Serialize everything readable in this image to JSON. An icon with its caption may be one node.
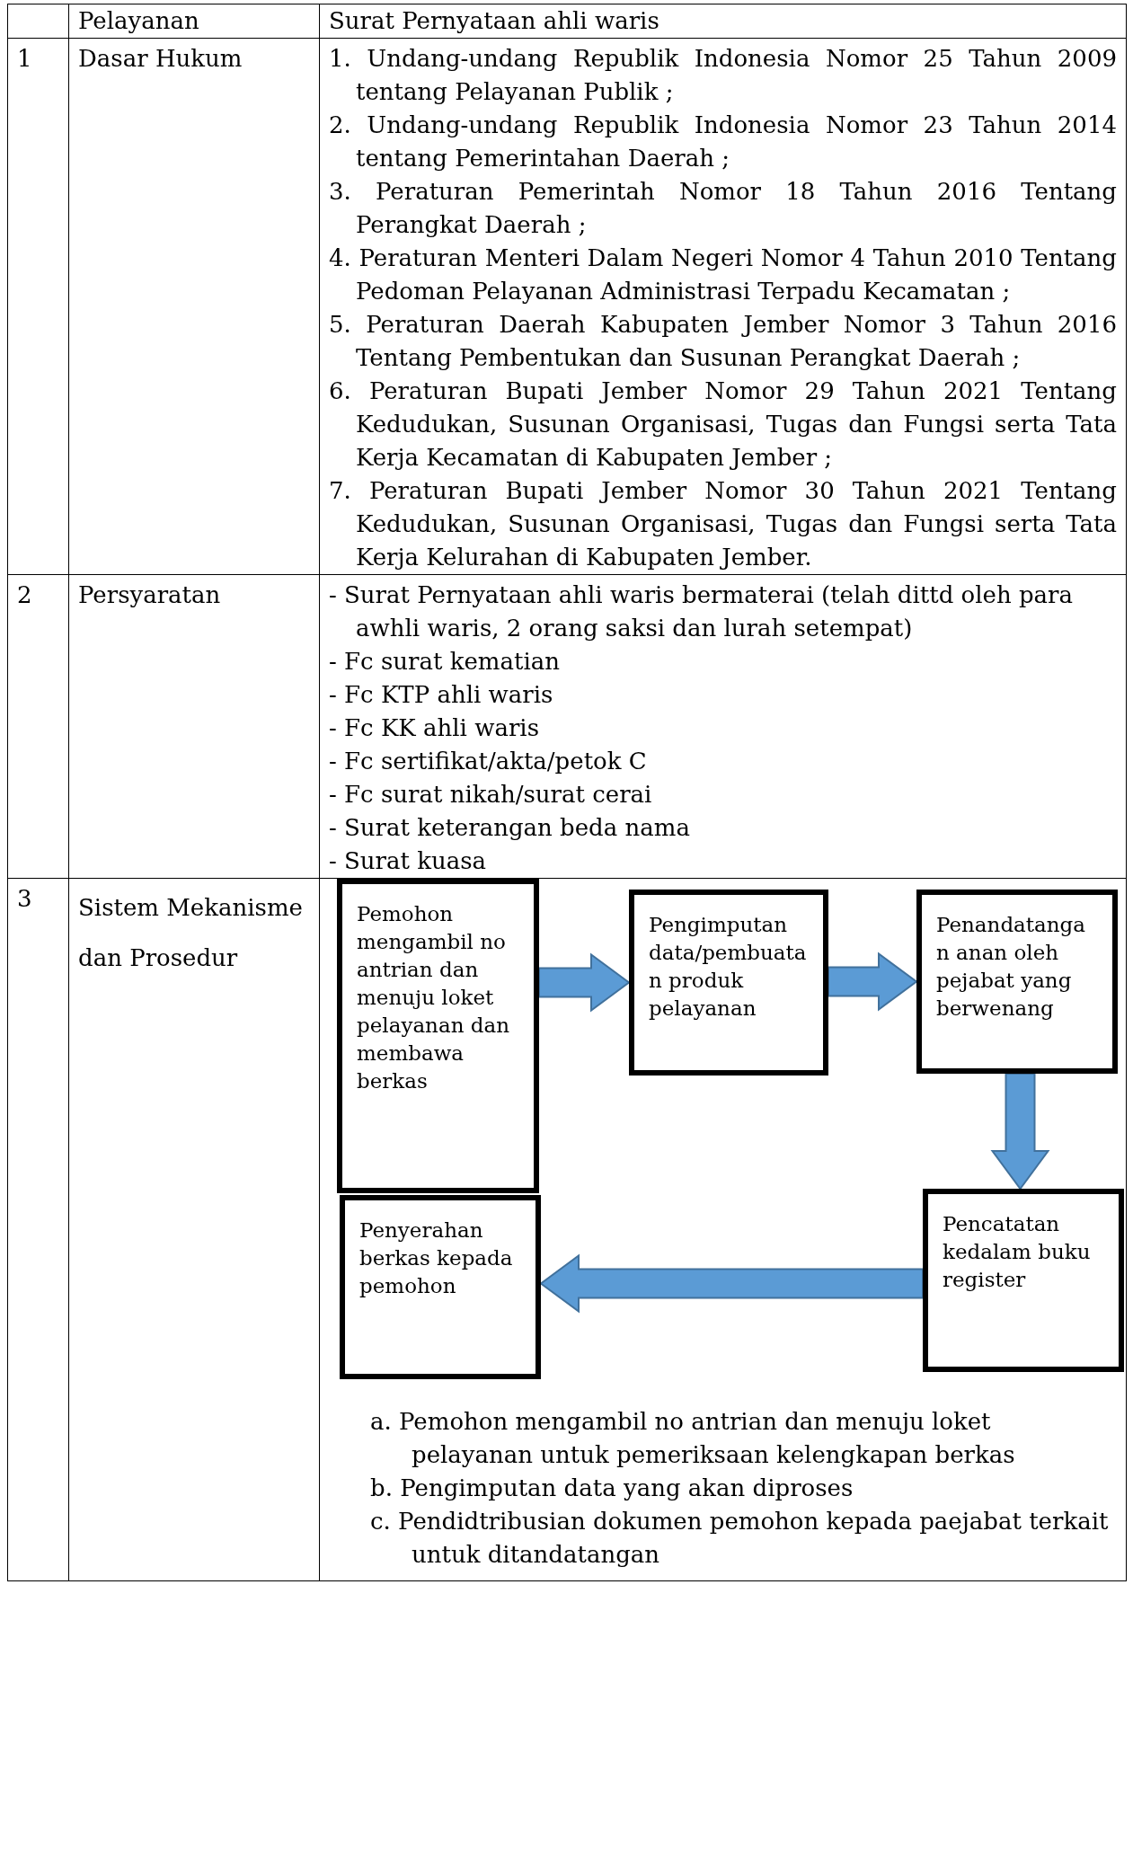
{
  "diagram": {
    "nodes": [
      {
        "text": [
          "Pemohon mengambil no antrian dan menuju loket pelayanan dan membawa berkas"
        ]
      },
      {
        "text": [
          "Pengimputan data/pembuatan produk pelayanan"
        ]
      },
      {
        "text": [
          "Penandatangan anan oleh pejabat yang berwenang"
        ]
      },
      {
        "text": [
          "Pencatatan kedalam buku register"
        ]
      },
      {
        "text": [
          "Penyerahan berkas kepada pemohon"
        ]
      }
    ],
    "edges": [
      {
        "from": 0,
        "to": 1,
        "arrow": "to"
      },
      {
        "from": 1,
        "to": 2,
        "arrow": "to"
      },
      {
        "from": 2,
        "to": 3,
        "arrow": "to"
      },
      {
        "from": 3,
        "to": 4,
        "arrow": "to"
      }
    ],
    "labels": [
      "Pelayanan",
      "Surat Pernyataan ahli waris",
      "1",
      "Dasar Hukum",
      "1. Undang-undang Republik Indonesia Nomor 25 Tahun 2009 tentang Pelayanan Publik ;",
      "2. Undang-undang Republik Indonesia Nomor 23 Tahun 2014 tentang Pemerintahan Daerah ;",
      "3. Peraturan Pemerintah Nomor 18 Tahun 2016 Tentang Perangkat Daerah ;",
      "4. Peraturan Menteri Dalam Negeri Nomor 4 Tahun 2010 Tentang Pedoman Pelayanan Administrasi Terpadu Kecamatan ;",
      "5. Peraturan Daerah Kabupaten Jember Nomor 3 Tahun 2016 Tentang Pembentukan dan Susunan Perangkat Daerah ;",
      "6. Peraturan Bupati Jember Nomor 29 Tahun 2021 Tentang Kedudukan, Susunan Organisasi, Tugas dan Fungsi serta Tata Kerja Kecamatan di Kabupaten Jember ;",
      "7. Peraturan Bupati Jember Nomor 30 Tahun 2021 Tentang Kedudukan, Susunan Organisasi, Tugas dan Fungsi serta Tata Kerja Kelurahan di Kabupaten Jember.",
      "2",
      "Persyaratan",
      "- Surat Pernyataan ahli waris bermaterai (telah dittd oleh para awhli waris, 2 orang saksi dan lurah setempat)",
      "- Fc surat kematian",
      "- Fc KTP ahli waris",
      "- Fc KK ahli waris",
      "- Fc sertifikat/akta/petok C",
      "- Fc surat nikah/surat cerai",
      "- Surat keterangan beda nama",
      "- Surat kuasa",
      "3",
      "Sistem Mekanisme dan Prosedur",
      "a. Pemohon mengambil no antrian dan menuju loket pelayanan untuk pemeriksaan kelengkapan berkas",
      "b. Pengimputan data yang akan diproses",
      "c. Pendidtribusian dokumen pemohon kepada paejabat terkait untuk ditandatangan"
    ]
  }
}
